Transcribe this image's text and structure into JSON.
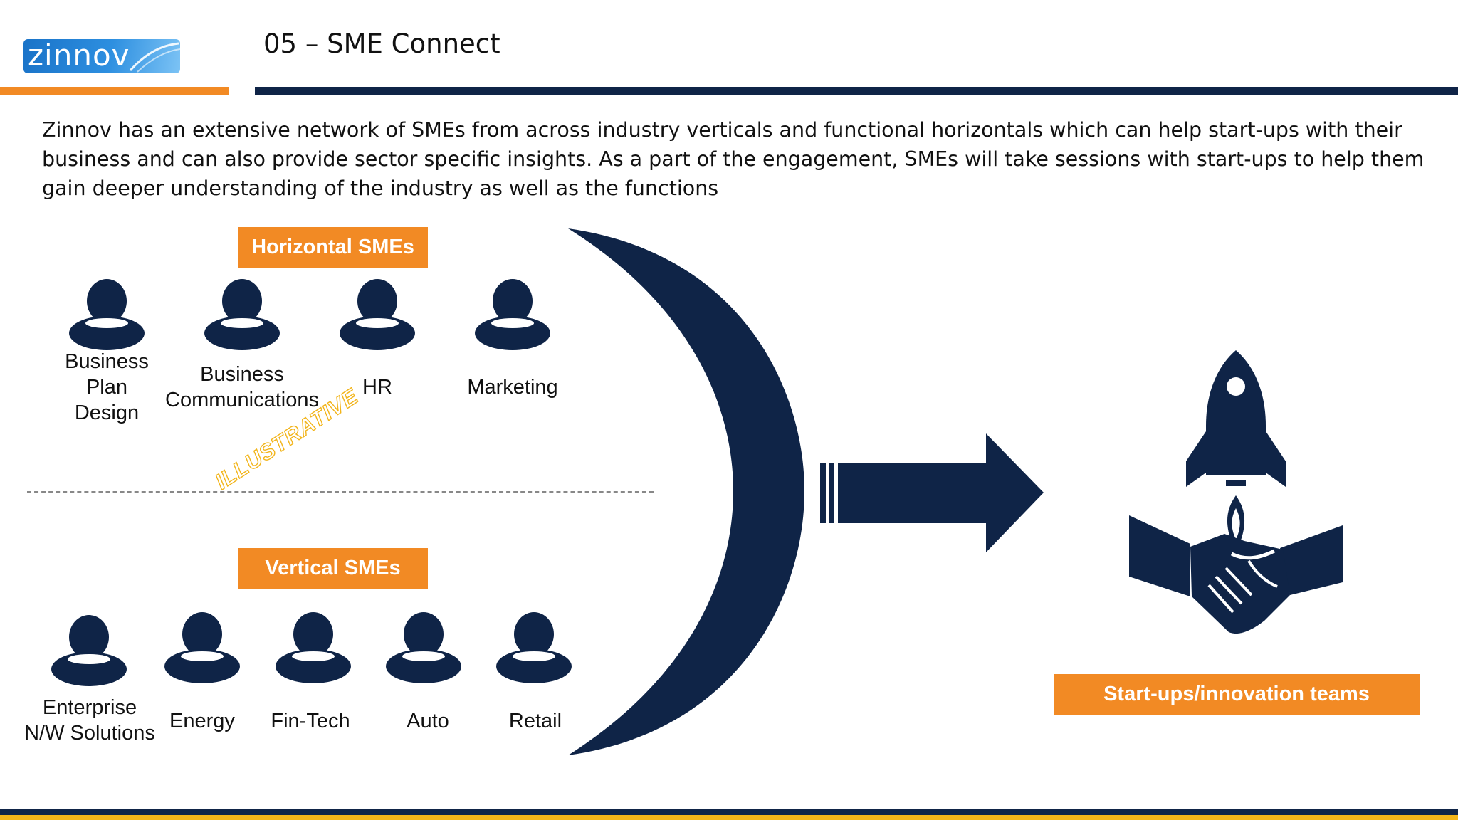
{
  "header": {
    "logo_text": "zinnov",
    "title": "05 – SME Connect"
  },
  "intro": "Zinnov has an extensive network of SMEs from across industry verticals and functional horizontals which can help start-ups with their business and can also provide sector specific insights. As a part of the engagement, SMEs will take sessions with start-ups to help them gain deeper understanding of the industry as well as the functions",
  "horizontal": {
    "tag": "Horizontal SMEs",
    "people": [
      {
        "label": "Business\nPlan\nDesign"
      },
      {
        "label": "Business\nCommunications"
      },
      {
        "label": "HR"
      },
      {
        "label": "Marketing"
      }
    ]
  },
  "watermark": "ILLUSTRATIVE",
  "vertical": {
    "tag": "Vertical SMEs",
    "people": [
      {
        "label": "Enterprise\nN/W Solutions"
      },
      {
        "label": "Energy"
      },
      {
        "label": "Fin-Tech"
      },
      {
        "label": "Auto"
      },
      {
        "label": "Retail"
      }
    ]
  },
  "target": {
    "tag": "Start-ups/innovation teams",
    "icon": "rocket-handshake-icon"
  },
  "colors": {
    "navy": "#0f2447",
    "orange": "#f28a24",
    "yellow": "#f2b419",
    "logo_blue": "#1a73c8"
  }
}
